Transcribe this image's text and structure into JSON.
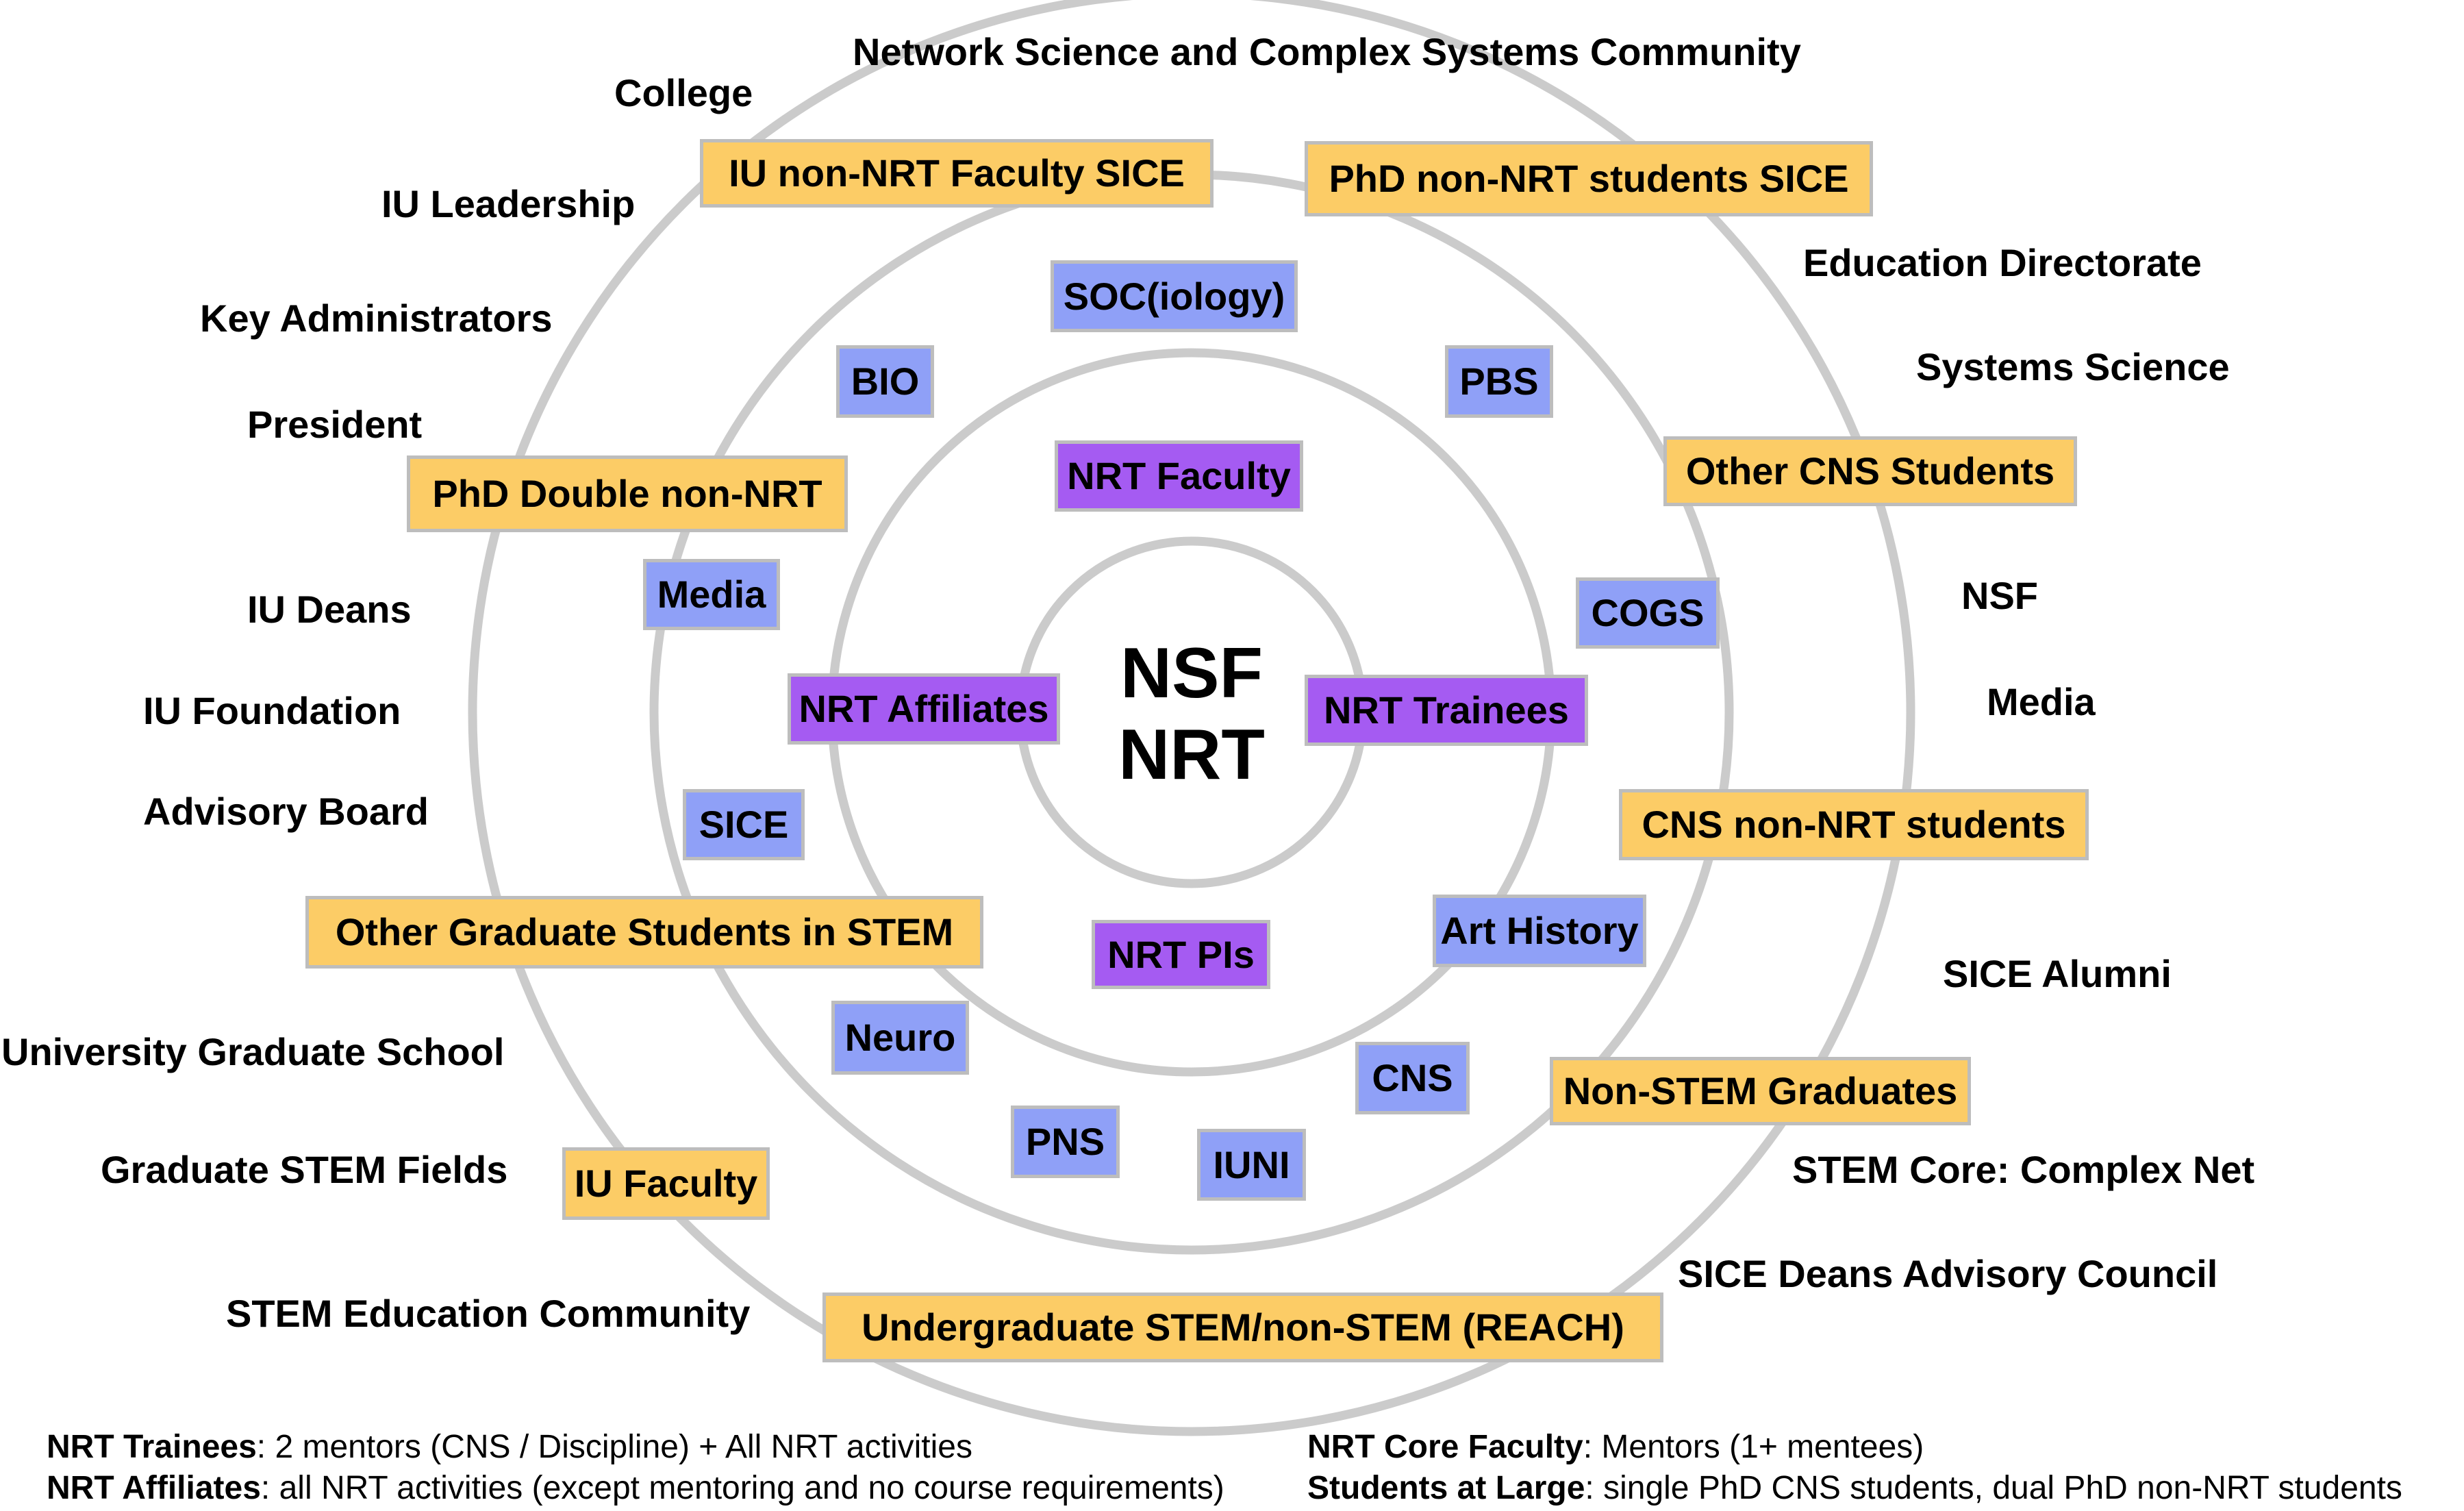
{
  "center": {
    "line1": "NSF",
    "line2": "NRT"
  },
  "colors": {
    "ring": "#cbcbcb",
    "orange": "#fccc66",
    "blue": "#8fa0f7",
    "purple": "#a55bf2",
    "border": "#bdbdbd"
  },
  "outer_labels": {
    "network_science": "Network Science and Complex Systems Community",
    "college": "College",
    "iu_leadership": "IU Leadership",
    "key_administrators": "Key Administrators",
    "president": "President",
    "iu_deans": "IU Deans",
    "iu_foundation": "IU Foundation",
    "advisory_board": "Advisory Board",
    "university_graduate_school": "University Graduate School",
    "graduate_stem_fields": "Graduate STEM Fields",
    "stem_education_community": "STEM Education Community",
    "education_directorate": "Education Directorate",
    "systems_science": "Systems Science",
    "nsf": "NSF",
    "media": "Media",
    "sice_alumni": "SICE Alumni",
    "stem_core": "STEM Core: Complex Net",
    "sice_deans_council": "SICE Deans Advisory Council"
  },
  "orange_boxes": {
    "iu_non_nrt_faculty": "IU non-NRT Faculty SICE",
    "phd_non_nrt_students": "PhD non-NRT students SICE",
    "phd_double": "PhD Double non-NRT",
    "other_cns_students": "Other CNS Students",
    "cns_non_nrt_students": "CNS non-NRT students",
    "other_graduate_stem": "Other Graduate Students in STEM",
    "non_stem_graduates": "Non-STEM Graduates",
    "iu_faculty": "IU Faculty",
    "undergraduate": "Undergraduate STEM/non-STEM (REACH)"
  },
  "blue_boxes": {
    "soc": "SOC(iology)",
    "bio": "BIO",
    "pbs": "PBS",
    "media": "Media",
    "cogs": "COGS",
    "sice": "SICE",
    "art_history": "Art History",
    "neuro": "Neuro",
    "cns": "CNS",
    "pns": "PNS",
    "iuni": "IUNI"
  },
  "purple_boxes": {
    "nrt_faculty": "NRT Faculty",
    "nrt_affiliates": "NRT Affiliates",
    "nrt_trainees": "NRT Trainees",
    "nrt_pis": "NRT PIs"
  },
  "legend": {
    "trainees_term": "NRT Trainees",
    "trainees_desc": ":  2 mentors (CNS / Discipline) + All NRT activities",
    "affiliates_term": "NRT Affiliates",
    "affiliates_desc": ": all NRT activities (except mentoring and no course requirements)",
    "core_faculty_term": "NRT Core Faculty",
    "core_faculty_desc": ": Mentors (1+ mentees)",
    "students_large_term": "Students at Large",
    "students_large_desc": ":  single PhD CNS students, dual PhD non-NRT students"
  }
}
